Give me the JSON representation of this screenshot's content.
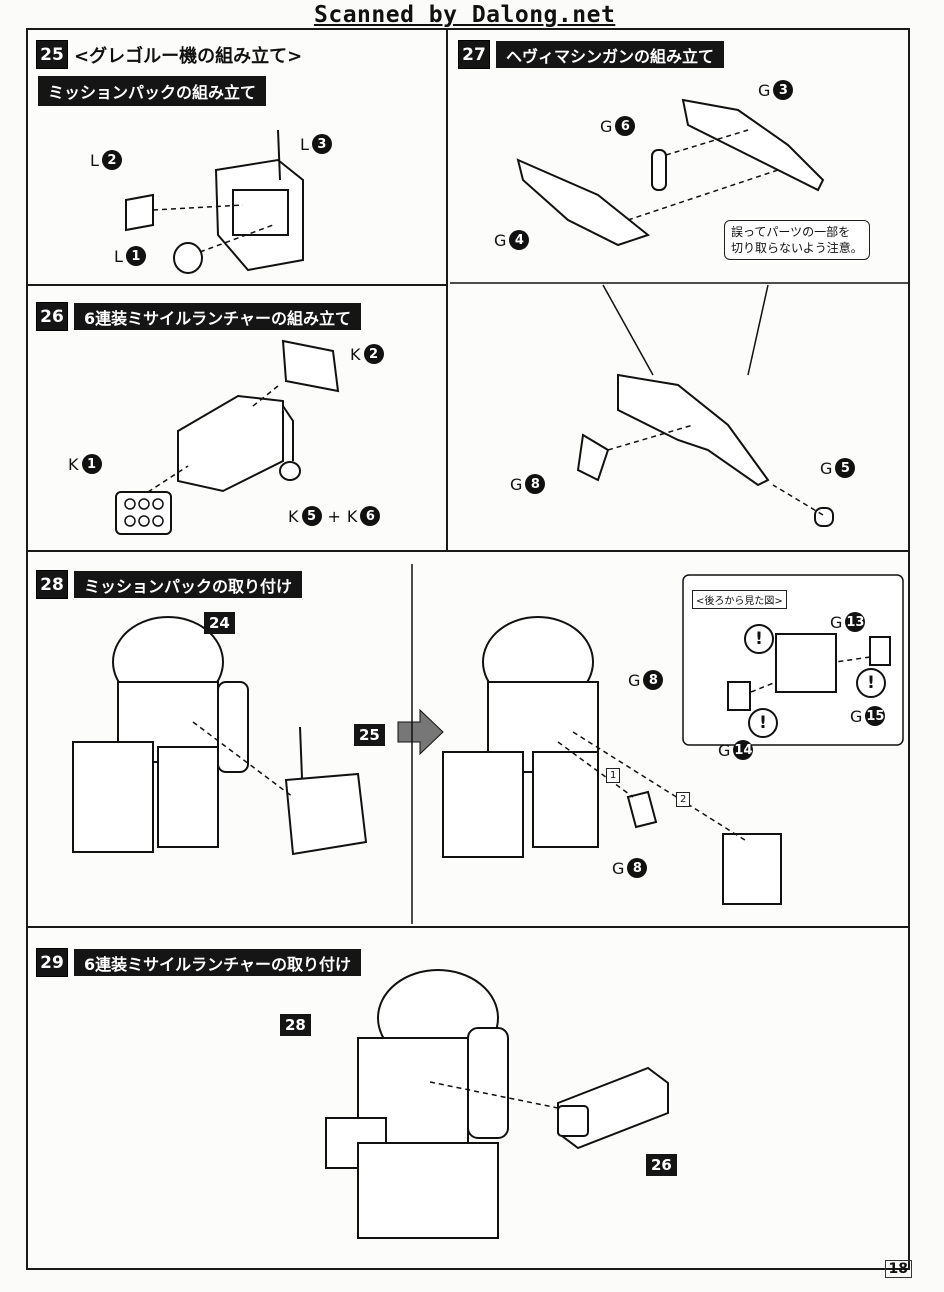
{
  "watermark": "Scanned by Dalong.net",
  "page_number": "18",
  "steps": {
    "s25": {
      "num": "25",
      "title": "<グレゴルー機の組み立て>",
      "subtitle": "ミッションパックの組み立て",
      "labels": [
        {
          "letter": "L",
          "n": "2"
        },
        {
          "letter": "L",
          "n": "3"
        },
        {
          "letter": "L",
          "n": "1"
        }
      ]
    },
    "s26": {
      "num": "26",
      "title": "6連装ミサイルランチャーの組み立て",
      "labels": [
        {
          "letter": "K",
          "n": "2"
        },
        {
          "letter": "K",
          "n": "1"
        },
        {
          "letter": "K",
          "n": "5"
        },
        {
          "letter": "K",
          "n": "6"
        }
      ],
      "plus": "+"
    },
    "s27": {
      "num": "27",
      "title": "ヘヴィマシンガンの組み立て",
      "labels": [
        {
          "letter": "G",
          "n": "6"
        },
        {
          "letter": "G",
          "n": "3"
        },
        {
          "letter": "G",
          "n": "4"
        },
        {
          "letter": "G",
          "n": "8"
        },
        {
          "letter": "G",
          "n": "5"
        }
      ],
      "note_line1": "誤ってパーツの一部を",
      "note_line2": "切り取らないよう注意。"
    },
    "s28": {
      "num": "28",
      "title": "ミッションパックの取り付け",
      "ref_a": "24",
      "ref_b": "25",
      "labels": [
        {
          "letter": "G",
          "n": "8"
        },
        {
          "letter": "G",
          "n": "13"
        },
        {
          "letter": "G",
          "n": "14"
        },
        {
          "letter": "G",
          "n": "15"
        },
        {
          "letter": "G",
          "n": "8"
        }
      ],
      "rear_view": "<後ろから見た図>",
      "order1": "1",
      "order2": "2",
      "bang": "!"
    },
    "s29": {
      "num": "29",
      "title": "6連装ミサイルランチャーの取り付け",
      "ref_a": "28",
      "ref_b": "26"
    }
  }
}
